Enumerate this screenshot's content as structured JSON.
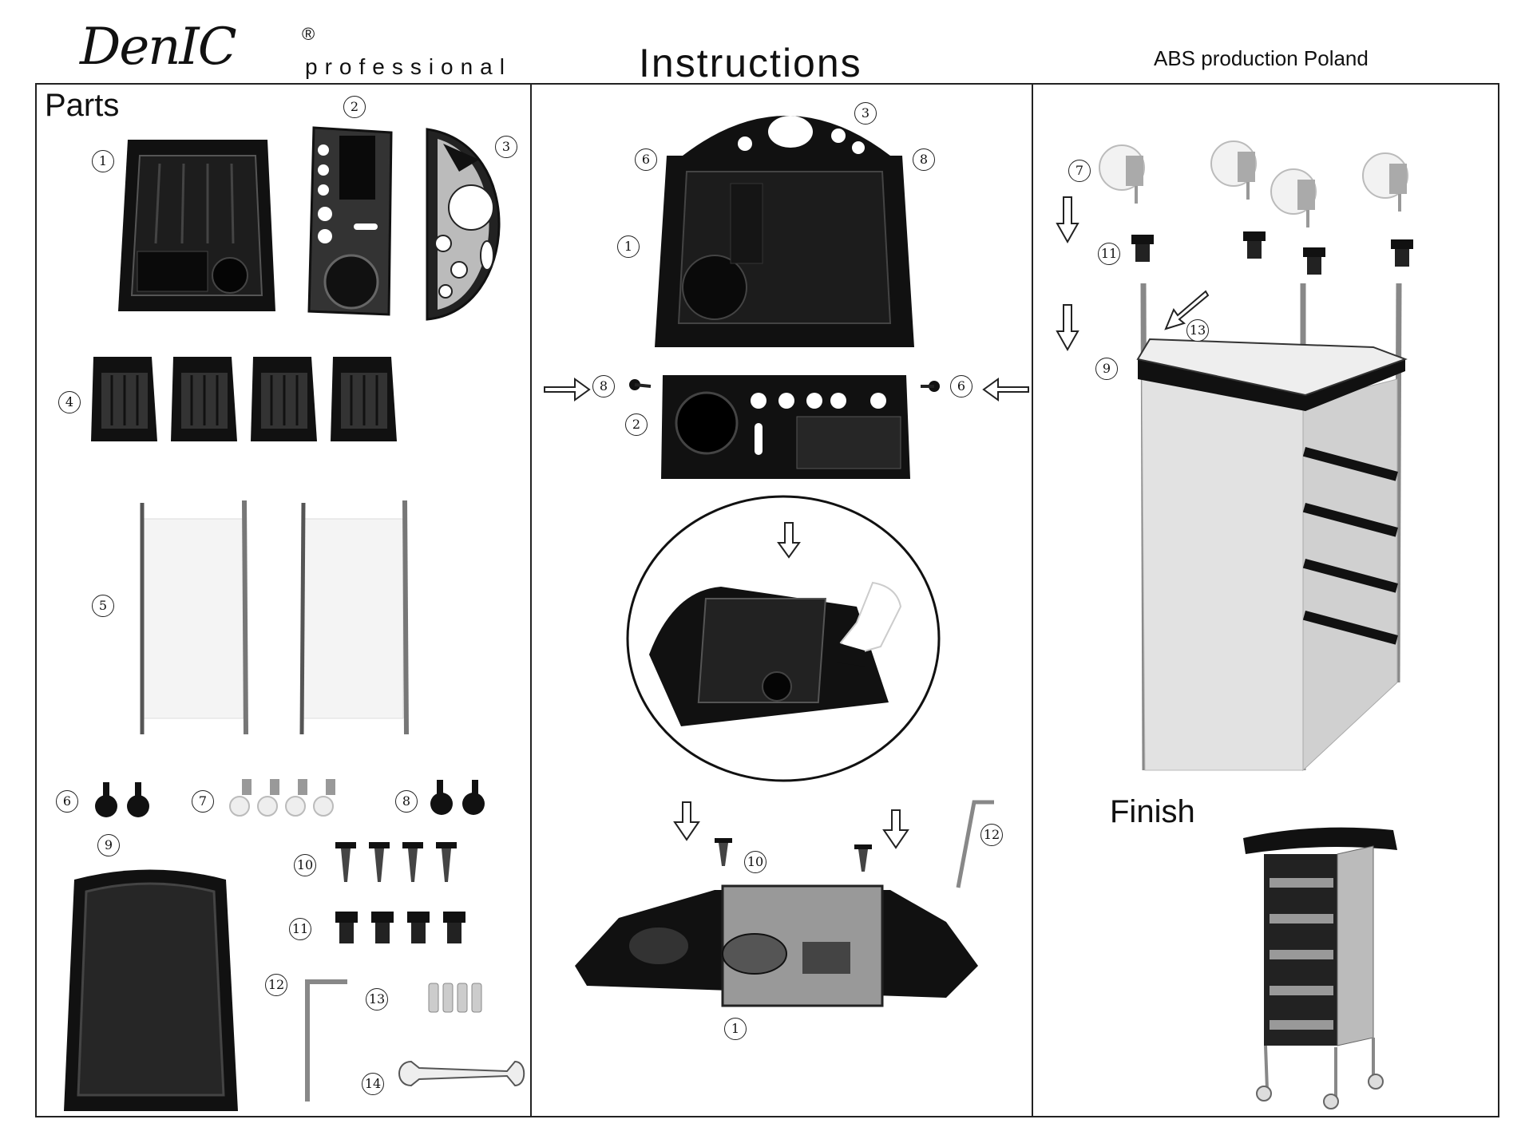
{
  "header": {
    "brand_script": "DenIC",
    "brand_registered": "®",
    "brand_word": "professional",
    "title": "Instructions",
    "subtitle": "ABS production Poland"
  },
  "sections": {
    "parts": "Parts",
    "finish": "Finish"
  },
  "labels": {
    "n1": "1",
    "n2": "2",
    "n3": "3",
    "n4": "4",
    "n5": "5",
    "n6": "6",
    "n7": "7",
    "n8": "8",
    "n9": "9",
    "n10": "10",
    "n11": "11",
    "n12": "12",
    "n13": "13",
    "n14": "14"
  }
}
